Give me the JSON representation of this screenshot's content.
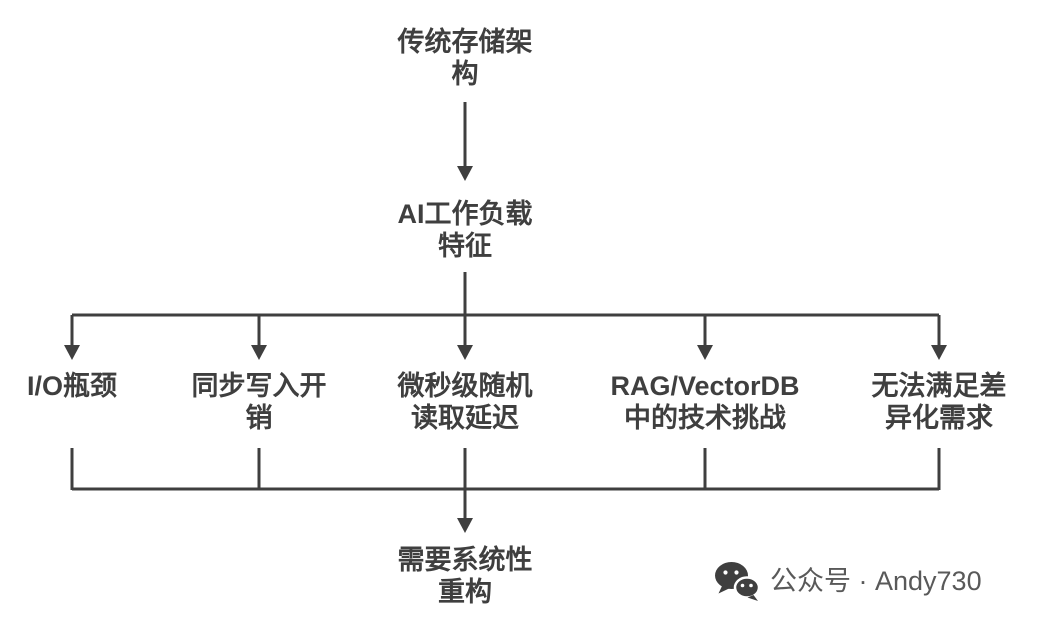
{
  "diagram": {
    "root": {
      "label": "传统存储架\n构"
    },
    "workload": {
      "label": "AI工作负载\n特征"
    },
    "branches": [
      {
        "label": "I/O瓶颈"
      },
      {
        "label": "同步写入开\n销"
      },
      {
        "label": "微秒级随机\n读取延迟"
      },
      {
        "label": "RAG/VectorDB\n中的技术挑战"
      },
      {
        "label": "无法满足差\n异化需求"
      }
    ],
    "conclusion": {
      "label": "需要系统性\n重构"
    }
  },
  "footer": {
    "watermark": "公众号 · Andy730"
  },
  "colors": {
    "text": "#3f3f3f",
    "line": "#3f3f3f",
    "watermark": "#595959",
    "background": "#ffffff"
  }
}
